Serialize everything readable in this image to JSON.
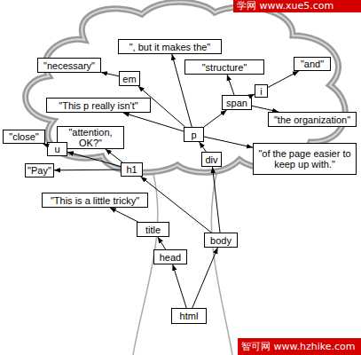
{
  "diagram": {
    "nodes": [
      {
        "text": [
          "\", but it makes the\""
        ]
      },
      {
        "text": [
          "\"necessary\""
        ]
      },
      {
        "text": [
          "em"
        ]
      },
      {
        "text": [
          "\"structure\""
        ]
      },
      {
        "text": [
          "\"and\""
        ]
      },
      {
        "text": [
          "span"
        ]
      },
      {
        "text": [
          "i"
        ]
      },
      {
        "text": [
          "\"This p really isn't\""
        ]
      },
      {
        "text": [
          "\"the organization\""
        ]
      },
      {
        "text": [
          "\"close\""
        ]
      },
      {
        "text": [
          "\"attention, OK?\""
        ]
      },
      {
        "text": [
          "p"
        ]
      },
      {
        "text": [
          "u"
        ]
      },
      {
        "text": [
          "div"
        ]
      },
      {
        "text": [
          "\"of the page easier to keep up with.\""
        ]
      },
      {
        "text": [
          "\"Pay\""
        ]
      },
      {
        "text": [
          "h1"
        ]
      },
      {
        "text": [
          "\"This is a little tricky\""
        ]
      },
      {
        "text": [
          "title"
        ]
      },
      {
        "text": [
          "body"
        ]
      },
      {
        "text": [
          "head"
        ]
      },
      {
        "text": [
          "html"
        ]
      }
    ],
    "edges": [
      {
        "from": 21,
        "to": 20,
        "arrow": "to"
      },
      {
        "from": 21,
        "to": 19,
        "arrow": "to"
      },
      {
        "from": 20,
        "to": 18,
        "arrow": "to"
      },
      {
        "from": 18,
        "to": 17,
        "arrow": "to"
      },
      {
        "from": 19,
        "to": 16,
        "arrow": "to"
      },
      {
        "from": 19,
        "to": 13,
        "arrow": "to"
      },
      {
        "from": 13,
        "to": 11,
        "arrow": "to"
      },
      {
        "from": 11,
        "to": 7,
        "arrow": "to"
      },
      {
        "from": 11,
        "to": 2,
        "arrow": "to"
      },
      {
        "from": 11,
        "to": 0,
        "arrow": "to"
      },
      {
        "from": 11,
        "to": 5,
        "arrow": "to"
      },
      {
        "from": 11,
        "to": 14,
        "arrow": "to"
      },
      {
        "from": 2,
        "to": 1,
        "arrow": "to"
      },
      {
        "from": 5,
        "to": 3,
        "arrow": "to"
      },
      {
        "from": 5,
        "to": 6,
        "arrow": "to"
      },
      {
        "from": 5,
        "to": 8,
        "arrow": "to"
      },
      {
        "from": 6,
        "to": 4,
        "arrow": "to"
      },
      {
        "from": 16,
        "to": 15,
        "arrow": "to"
      },
      {
        "from": 16,
        "to": 12,
        "arrow": "to"
      },
      {
        "from": 16,
        "to": 10,
        "arrow": "to"
      },
      {
        "from": 12,
        "to": 9,
        "arrow": "to"
      }
    ],
    "labels": [
      "学网 www.xue5.com",
      "智可网 www.hzhike.com"
    ]
  }
}
